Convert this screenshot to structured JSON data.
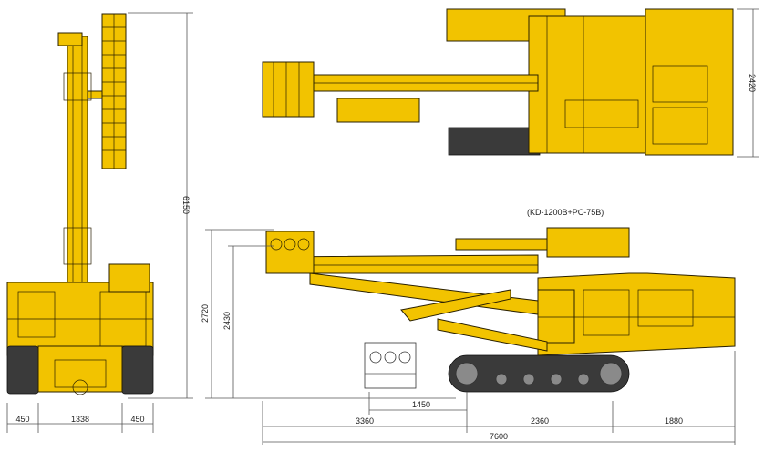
{
  "model_label": "(KD-1200B+PC-75B)",
  "colors": {
    "machine": "#f2c300",
    "track": "#3a3a3a",
    "line": "#2a2000"
  },
  "dimensions": {
    "height_mast": "6150",
    "width_overall": "2420",
    "height_boom_max": "2720",
    "height_boom": "2430",
    "front_left": "450",
    "front_track": "1338",
    "front_right": "450",
    "reach_front": "1450",
    "length_boom": "3360",
    "length_track": "2360",
    "length_tail": "1880",
    "length_overall": "7600"
  }
}
